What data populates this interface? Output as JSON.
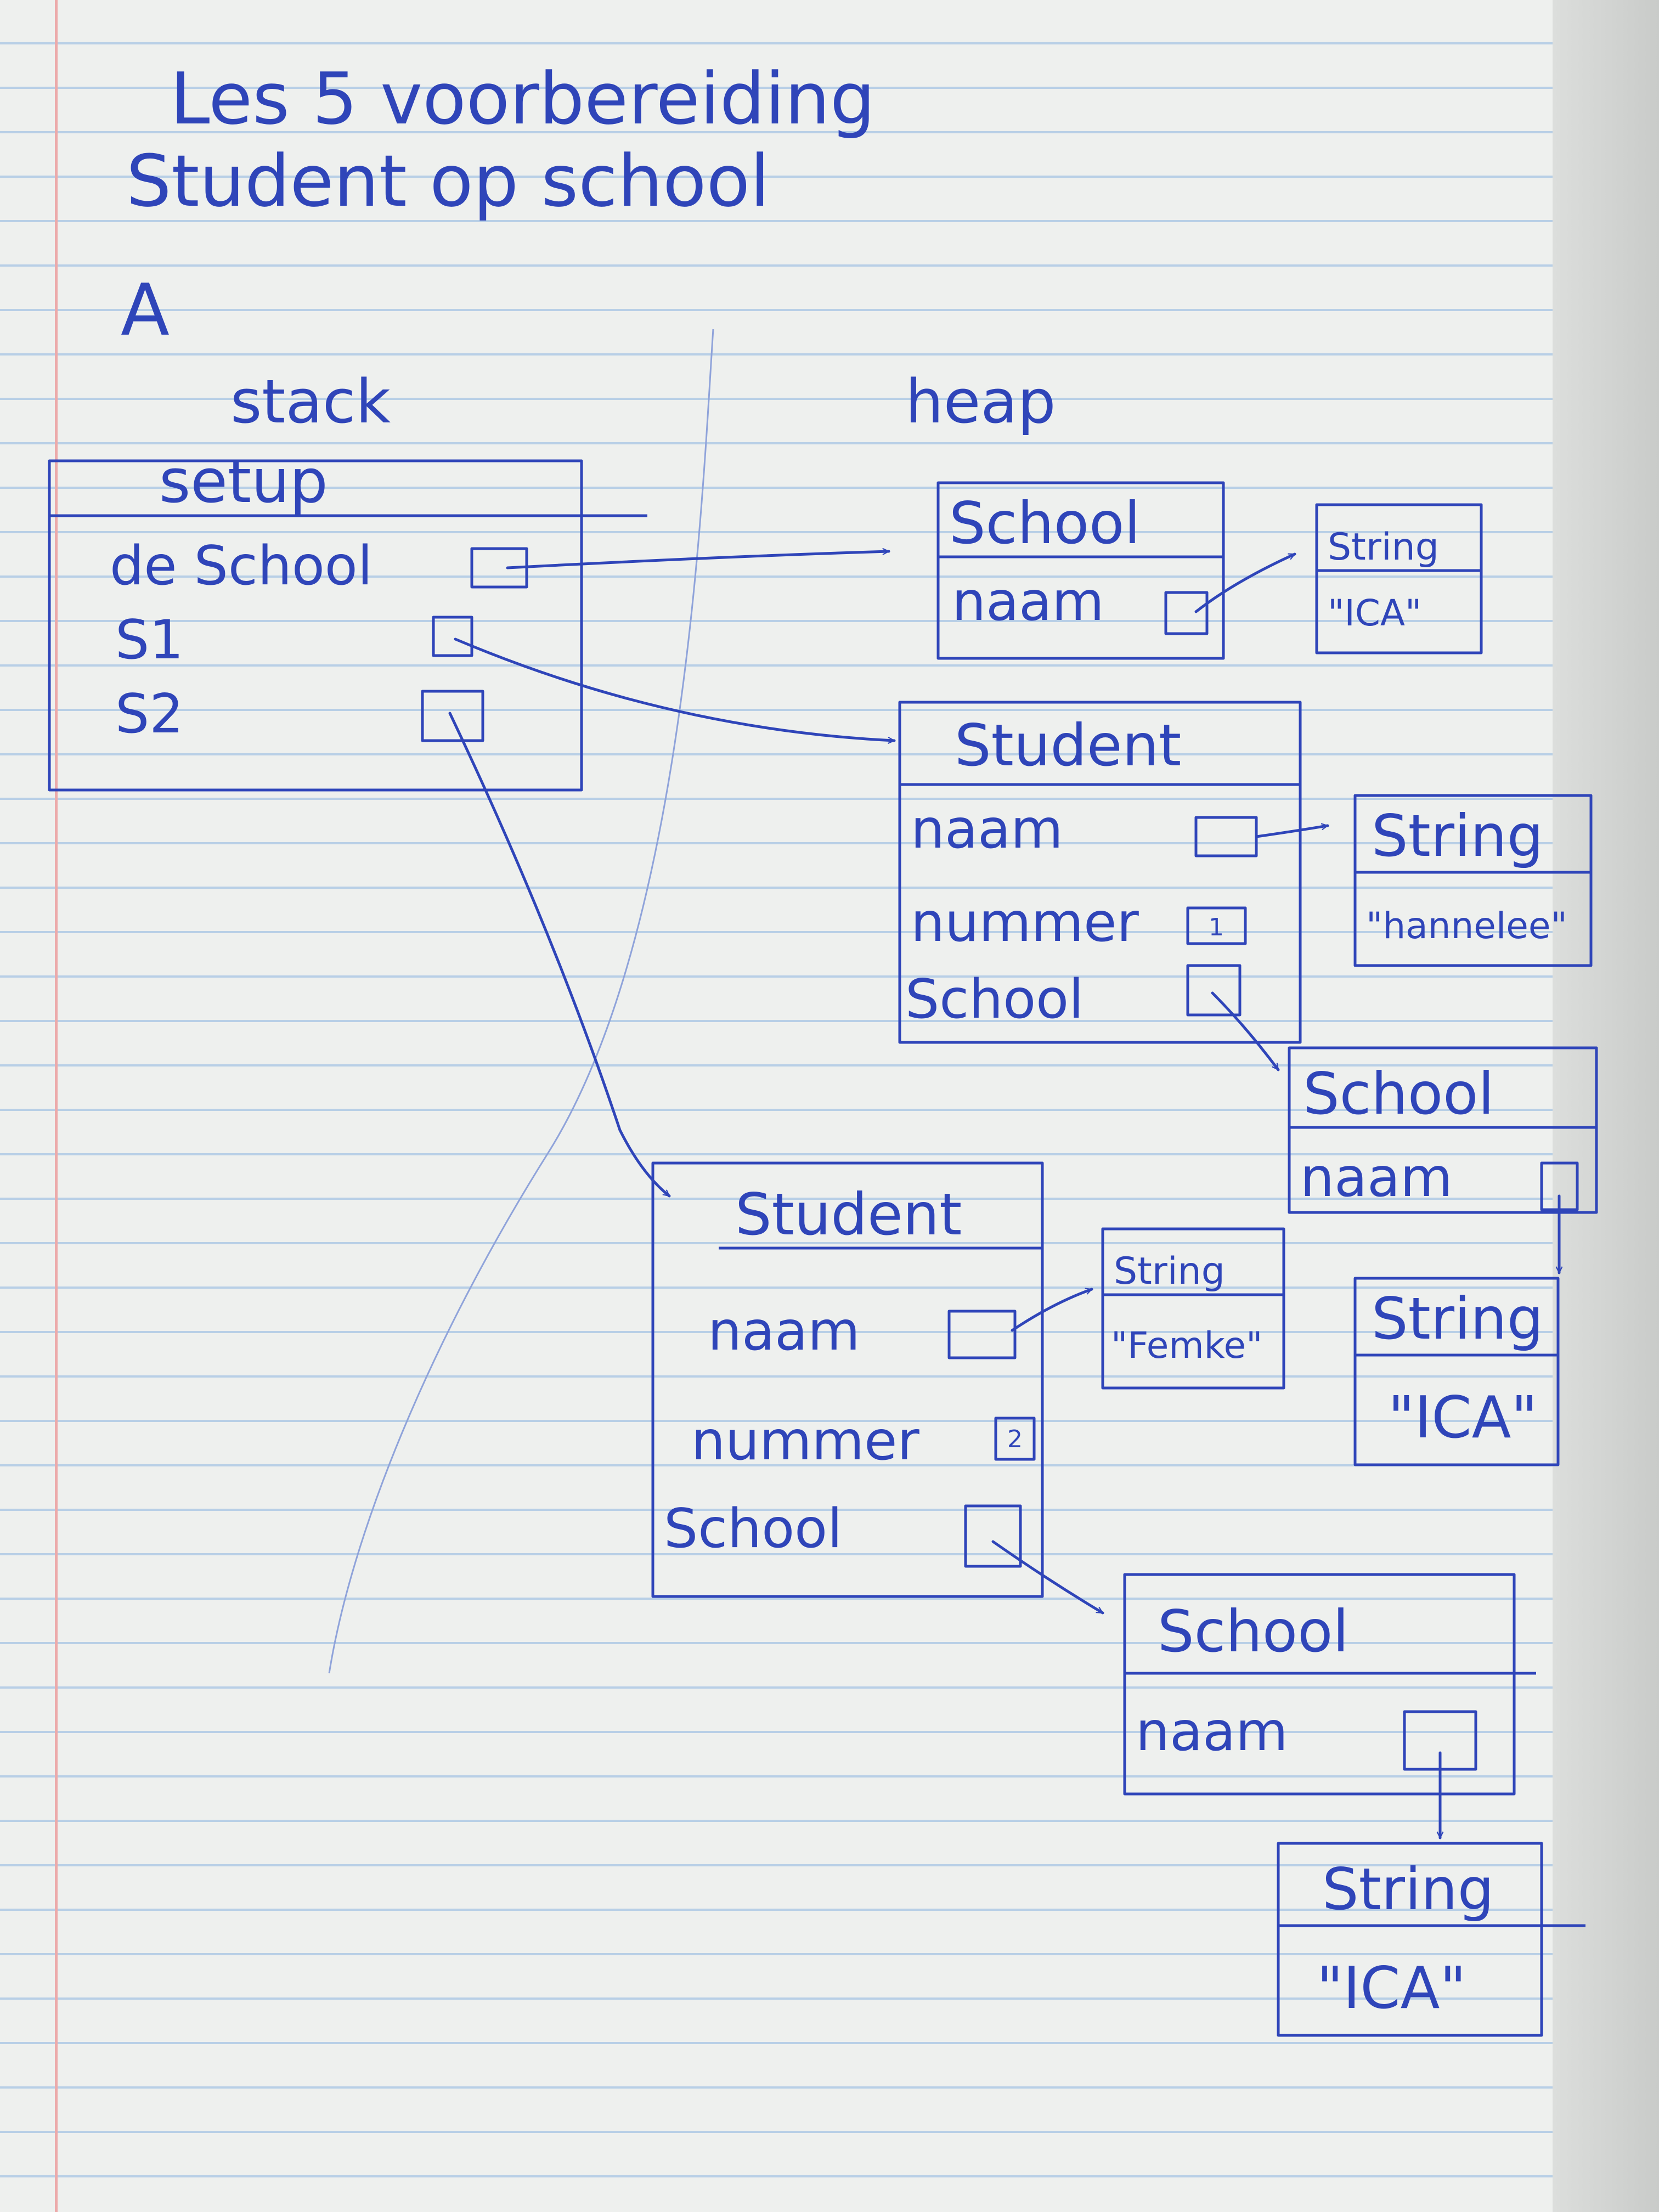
{
  "header": {
    "title": "Les 5 voorbereiding",
    "subtitle": "Student op school",
    "section": "A"
  },
  "labels": {
    "stack": "stack",
    "heap": "heap"
  },
  "stack_frame": {
    "title": "setup",
    "vars": [
      "de School",
      "S1",
      "S2"
    ]
  },
  "heap": {
    "school_1": {
      "title": "School",
      "field": "naam"
    },
    "string_1": {
      "title": "String",
      "value": "\"ICA\""
    },
    "student_1": {
      "title": "Student",
      "fields": [
        "naam",
        "nummer",
        "School"
      ],
      "nummer": "1"
    },
    "string_2": {
      "title": "String",
      "value": "\"hannelee\""
    },
    "school_2": {
      "title": "School",
      "field": "naam"
    },
    "string_3": {
      "title": "String",
      "value": "\"ICA\""
    },
    "student_2": {
      "title": "Student",
      "fields": [
        "naam",
        "nummer",
        "School"
      ],
      "nummer": "2"
    },
    "string_4": {
      "title": "String",
      "value": "\"Femke\""
    },
    "school_3": {
      "title": "School",
      "field": "naam"
    },
    "string_5": {
      "title": "String",
      "value": "\"ICA\""
    }
  },
  "colors": {
    "ink": "#2f45b9",
    "paper": "#eef0ee",
    "rule": "#b8cfe6",
    "margin": "#ecaaaa"
  }
}
